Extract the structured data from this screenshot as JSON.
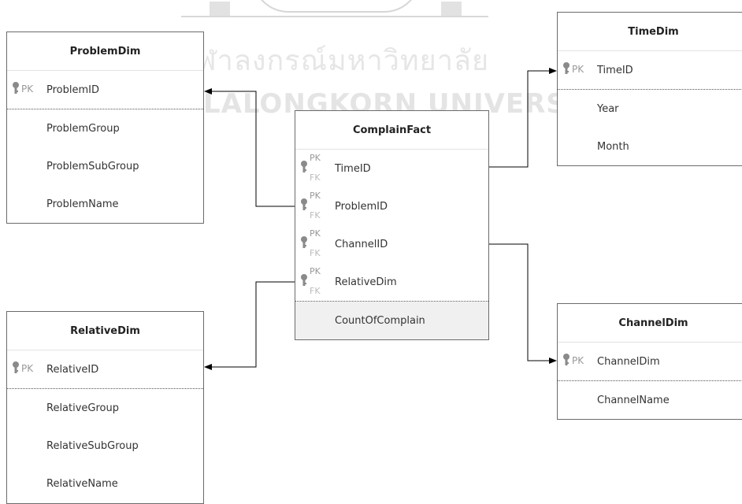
{
  "watermark": {
    "thai_text": "ฬาลงกรณ์มหาวิทยาลัย",
    "english_text": "LALONGKORN UNIVERSITY"
  },
  "entities": {
    "problem_dim": {
      "title": "ProblemDim",
      "key": {
        "badge": "PK",
        "name": "ProblemID"
      },
      "attributes": [
        "ProblemGroup",
        "ProblemSubGroup",
        "ProblemName"
      ]
    },
    "relative_dim": {
      "title": "RelativeDim",
      "key": {
        "badge": "PK",
        "name": "RelativeID"
      },
      "attributes": [
        "RelativeGroup",
        "RelativeSubGroup",
        "RelativeName"
      ]
    },
    "time_dim": {
      "title": "TimeDim",
      "key": {
        "badge": "PK",
        "name": "TimeID"
      },
      "attributes": [
        "Year",
        "Month"
      ]
    },
    "channel_dim": {
      "title": "ChannelDim",
      "key": {
        "badge": "PK",
        "name": "ChannelDim"
      },
      "attributes": [
        "ChannelName"
      ]
    },
    "complain_fact": {
      "title": "ComplainFact",
      "keys": [
        {
          "pk": "PK",
          "fk": "FK",
          "name": "TimeID"
        },
        {
          "pk": "PK",
          "fk": "FK",
          "name": "ProblemID"
        },
        {
          "pk": "PK",
          "fk": "FK",
          "name": "ChannelID"
        },
        {
          "pk": "PK",
          "fk": "FK",
          "name": "RelativeDim"
        }
      ],
      "measures": [
        "CountOfComplain"
      ]
    }
  },
  "colors": {
    "border": "#6b6b6b",
    "key_icon": "#8a8a8a",
    "measure_bg": "#f0f0f0",
    "line": "#000000"
  }
}
